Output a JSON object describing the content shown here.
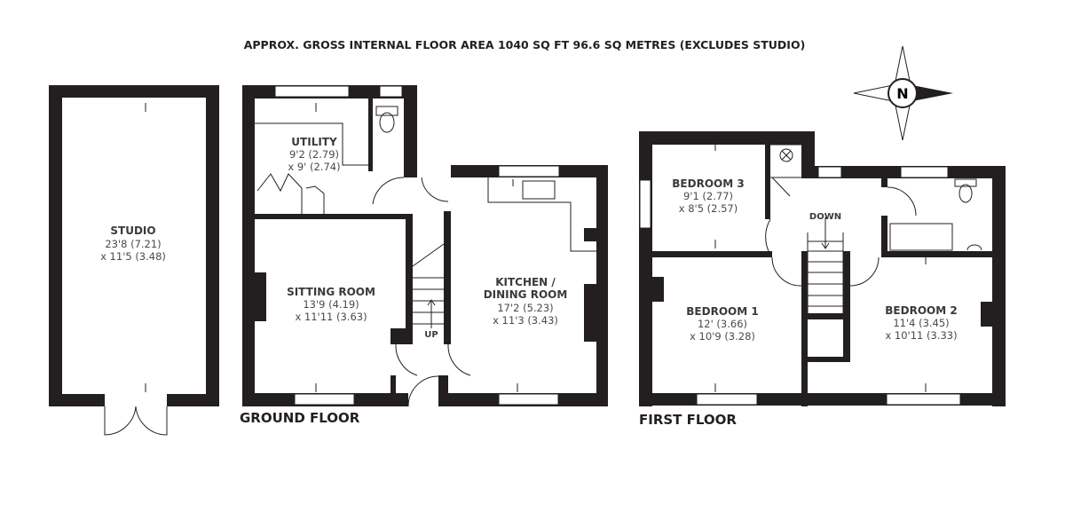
{
  "title": "APPROX. GROSS INTERNAL FLOOR AREA 1040 SQ FT 96.6 SQ METRES (EXCLUDES STUDIO)",
  "compass": {
    "label": "N",
    "icon": "compass-icon"
  },
  "floors": {
    "ground": "GROUND FLOOR",
    "first": "FIRST FLOOR"
  },
  "stairs": {
    "up": "UP",
    "down": "DOWN"
  },
  "rooms": {
    "studio": {
      "name": "STUDIO",
      "dim1": "23'8 (7.21)",
      "dim2": "x 11'5 (3.48)"
    },
    "utility": {
      "name": "UTILITY",
      "dim1": "9'2 (2.79)",
      "dim2": "x 9' (2.74)"
    },
    "sitting": {
      "name": "SITTING ROOM",
      "dim1": "13'9 (4.19)",
      "dim2": "x 11'11 (3.63)"
    },
    "kitchen": {
      "name1": "KITCHEN /",
      "name2": "DINING ROOM",
      "dim1": "17'2 (5.23)",
      "dim2": "x 11'3 (3.43)"
    },
    "bedroom3": {
      "name": "BEDROOM 3",
      "dim1": "9'1 (2.77)",
      "dim2": "x 8'5 (2.57)"
    },
    "bedroom1": {
      "name": "BEDROOM 1",
      "dim1": "12' (3.66)",
      "dim2": "x 10'9 (3.28)"
    },
    "bedroom2": {
      "name": "BEDROOM 2",
      "dim1": "11'4 (3.45)",
      "dim2": "x 10'11 (3.33)"
    }
  }
}
